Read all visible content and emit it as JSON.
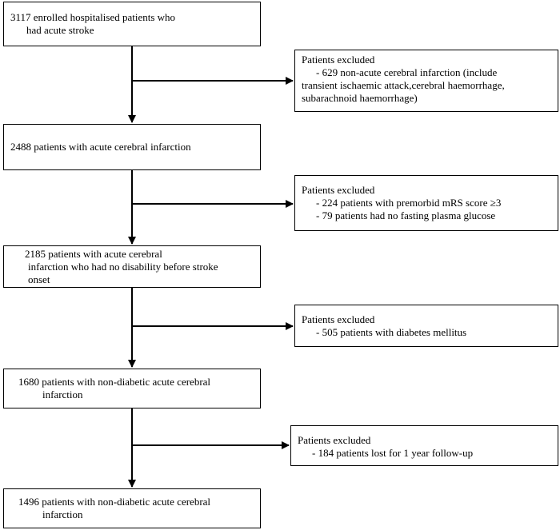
{
  "main_boxes": [
    {
      "line1": "3117 enrolled hospitalised patients who",
      "line2": "had acute stroke"
    },
    {
      "line1": "2488  patients with acute cerebral infarction"
    },
    {
      "line1": "2185 patients with acute cerebral",
      "line2": "infarction who had no disability before stroke",
      "line3": "onset"
    },
    {
      "line1": "1680 patients with non-diabetic acute cerebral",
      "line2": "infarction"
    },
    {
      "line1": "1496 patients with non-diabetic acute cerebral",
      "line2": "infarction"
    }
  ],
  "exclusion_boxes": [
    {
      "header": "Patients excluded",
      "items": [
        "- 629 non-acute cerebral infarction (include",
        "transient ischaemic attack,cerebral haemorrhage,",
        "subarachnoid haemorrhage)"
      ]
    },
    {
      "header": "Patients excluded",
      "items": [
        "- 224 patients with premorbid mRS score ≥3",
        "- 79 patients had no fasting plasma glucose"
      ]
    },
    {
      "header": "Patients excluded",
      "items": [
        "- 505 patients with diabetes mellitus"
      ]
    },
    {
      "header": "Patients excluded",
      "items": [
        "- 184 patients lost for 1 year follow-up"
      ]
    }
  ]
}
